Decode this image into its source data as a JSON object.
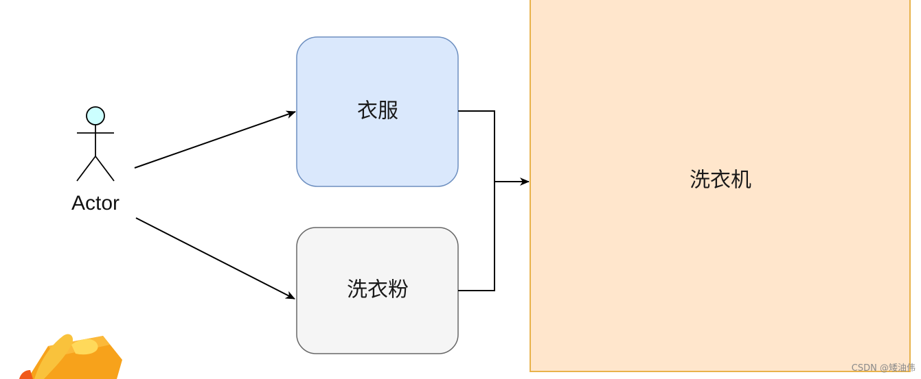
{
  "actor": {
    "label": "Actor"
  },
  "nodes": {
    "clothes": {
      "label": "衣服"
    },
    "detergent": {
      "label": "洗衣粉"
    },
    "washer": {
      "label": "洗衣机"
    }
  },
  "watermark": {
    "text": "CSDN @矮油伟"
  },
  "colors": {
    "clothes_fill": "#dae8fc",
    "clothes_stroke": "#6c8ebf",
    "detergent_fill": "#f5f5f5",
    "detergent_stroke": "#666666",
    "washer_fill": "#ffe6cc",
    "washer_stroke": "#e8b24a",
    "actor_head": "#ccffff",
    "connector": "#000000",
    "gift_ribbon": "#f9c23c",
    "gift_box": "#f7a21b"
  },
  "icons": [
    "actor-stick-figure-icon",
    "gift-box-icon"
  ]
}
